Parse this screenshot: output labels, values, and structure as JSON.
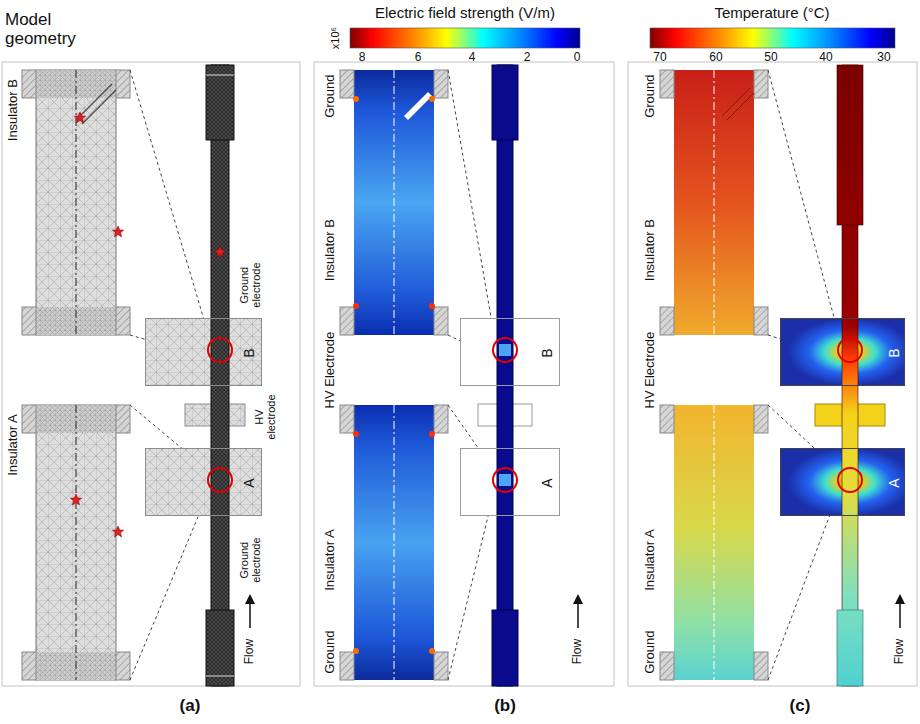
{
  "diagram": {
    "nodes": [
      {
        "text": [
          "B"
        ]
      },
      {
        "text": [
          "A"
        ]
      },
      {
        "text": [
          "B"
        ]
      },
      {
        "text": [
          "A"
        ]
      },
      {
        "text": [
          "B"
        ]
      },
      {
        "text": [
          "A"
        ]
      }
    ],
    "labels": [
      "Model geometry",
      "Insulator B",
      "Insulator A",
      "Ground electrode",
      "HV electrode",
      "Ground electrode",
      "Flow",
      "(a)",
      "Electric field strength (V/m)",
      "x10⁶",
      "8",
      "6",
      "4",
      "2",
      "0",
      "Ground",
      "Insulator B",
      "HV Electrode",
      "Insulator A",
      "Ground",
      "Flow",
      "(b)",
      "Temperature (°C)",
      "70",
      "60",
      "50",
      "40",
      "30",
      "Ground",
      "Insulator B",
      "HV Electrode",
      "Insulator A",
      "Ground",
      "Flow",
      "(c)"
    ]
  }
}
